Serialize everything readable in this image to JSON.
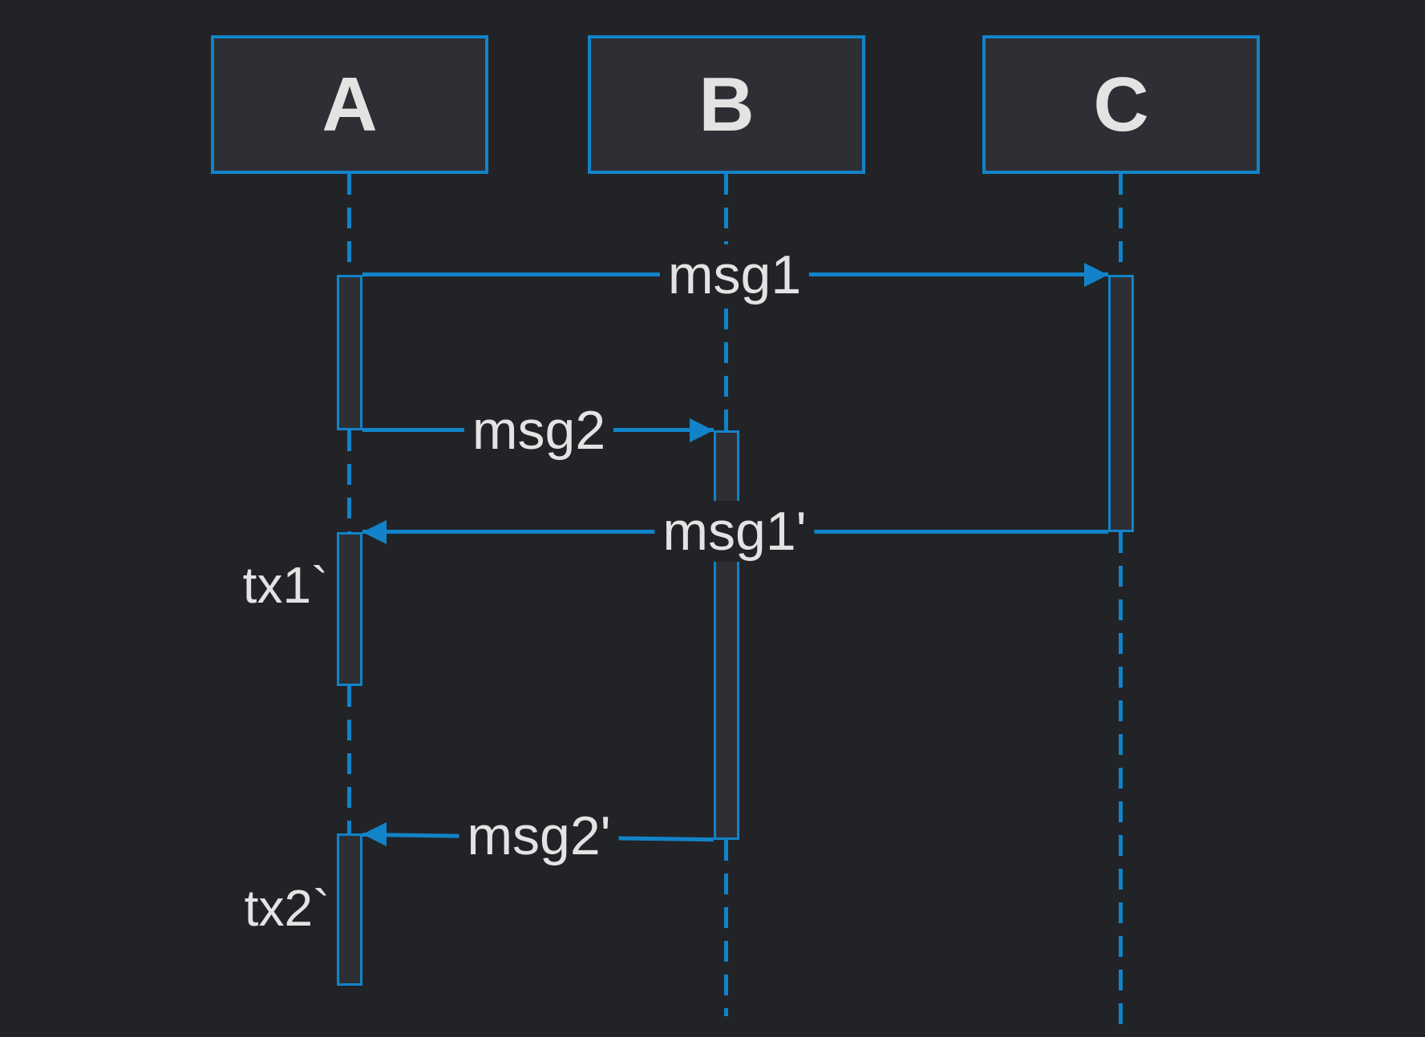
{
  "diagram": {
    "type": "sequence-diagram",
    "actors": [
      {
        "id": "A",
        "label": "A"
      },
      {
        "id": "B",
        "label": "B"
      },
      {
        "id": "C",
        "label": "C"
      }
    ],
    "messages": [
      {
        "label": "msg1",
        "from": "A",
        "to": "C"
      },
      {
        "label": "msg2",
        "from": "A",
        "to": "B"
      },
      {
        "label": "msg1'",
        "from": "C",
        "to": "A"
      },
      {
        "label": "msg2'",
        "from": "B",
        "to": "A"
      }
    ],
    "activation_labels": [
      {
        "label": "tx1`",
        "actor": "A"
      },
      {
        "label": "tx2`",
        "actor": "A"
      }
    ]
  },
  "colors": {
    "background": "#222327",
    "accent_blue": "#1283c9",
    "node_fill": "#2e2f34",
    "text_light": "#e3e3e3"
  }
}
